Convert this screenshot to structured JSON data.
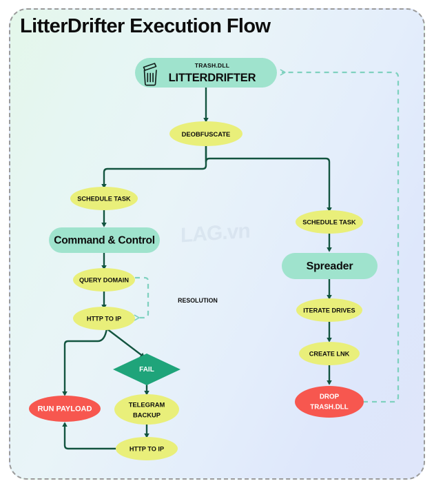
{
  "diagram": {
    "title": "LitterDrifter Execution Flow",
    "watermark": "LAG.vn",
    "colors": {
      "mint": "#9fe3cd",
      "yellow": "#e9ef7a",
      "red": "#f7574f",
      "green_line": "#12543f",
      "diamond": "#1fa47a",
      "dashed_feedback": "#7fd1bf",
      "border": "#9a9a9a"
    },
    "nodes": {
      "root": {
        "id": "litterdrifter",
        "shape": "rounded-rect",
        "fill": "mint",
        "top_label": "TRASH.DLL",
        "label": "LITTERDRIFTER",
        "icon": "trash-can-icon"
      },
      "deobfuscate": {
        "id": "deobfuscate",
        "shape": "ellipse",
        "fill": "yellow",
        "label": "DEOBFUSCATE"
      },
      "left_schedule_task": {
        "id": "left-schedule-task",
        "shape": "ellipse",
        "fill": "yellow",
        "label": "SCHEDULE TASK"
      },
      "command_control": {
        "id": "command-control",
        "shape": "rounded-rect",
        "fill": "mint",
        "label": "Command & Control"
      },
      "query_domain": {
        "id": "query-domain",
        "shape": "ellipse",
        "fill": "yellow",
        "label": "QUERY DOMAIN"
      },
      "http_to_ip_1": {
        "id": "http-to-ip-1",
        "shape": "ellipse",
        "fill": "yellow",
        "label": "HTTP TO IP"
      },
      "fail": {
        "id": "fail",
        "shape": "diamond",
        "fill": "diamond",
        "label": "FAIL"
      },
      "run_payload": {
        "id": "run-payload",
        "shape": "ellipse",
        "fill": "red",
        "label": "RUN PAYLOAD"
      },
      "telegram_backup": {
        "id": "telegram-backup",
        "shape": "ellipse",
        "fill": "yellow",
        "label_line1": "TELEGRAM",
        "label_line2": "BACKUP"
      },
      "http_to_ip_2": {
        "id": "http-to-ip-2",
        "shape": "ellipse",
        "fill": "yellow",
        "label": "HTTP TO IP"
      },
      "right_schedule_task": {
        "id": "right-schedule-task",
        "shape": "ellipse",
        "fill": "yellow",
        "label": "SCHEDULE TASK"
      },
      "spreader": {
        "id": "spreader",
        "shape": "rounded-rect",
        "fill": "mint",
        "label": "Spreader"
      },
      "iterate_drives": {
        "id": "iterate-drives",
        "shape": "ellipse",
        "fill": "yellow",
        "label": "ITERATE DRIVES"
      },
      "create_lnk": {
        "id": "create-lnk",
        "shape": "ellipse",
        "fill": "yellow",
        "label": "CREATE LNK"
      },
      "drop_trash_dll": {
        "id": "drop-trash-dll",
        "shape": "ellipse",
        "fill": "red",
        "label_line1": "DROP",
        "label_line2": "TRASH.DLL"
      }
    },
    "edge_labels": {
      "resolution": "RESOLUTION"
    }
  }
}
